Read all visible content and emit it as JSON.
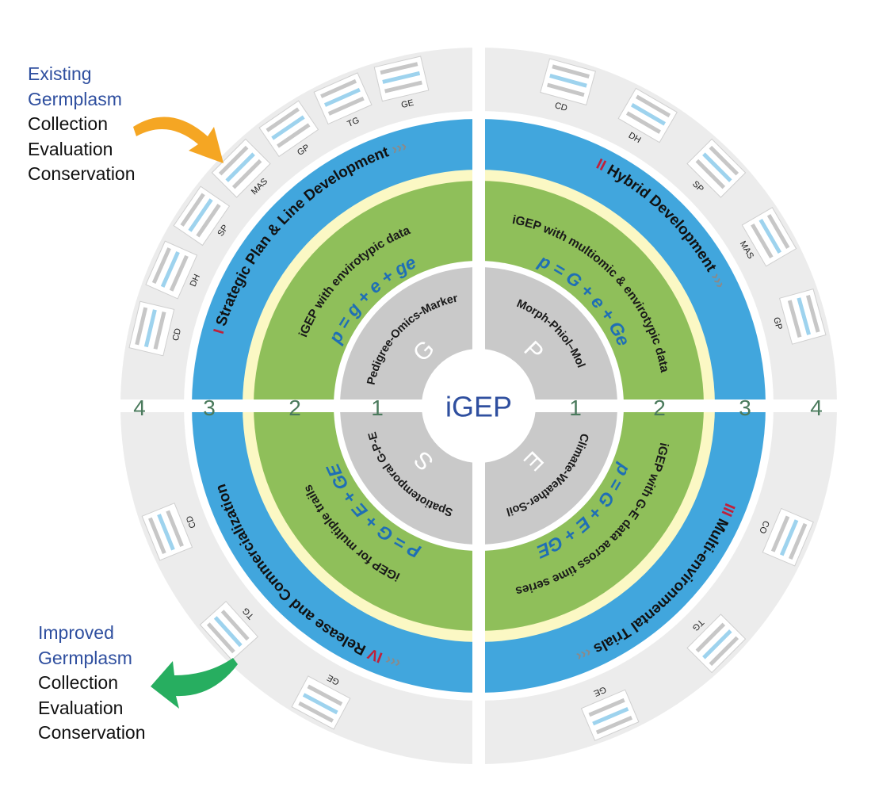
{
  "center": {
    "label": "iGEP"
  },
  "core": {
    "G": {
      "letter": "G",
      "text": "Pedigree-Omics-Marker"
    },
    "P": {
      "letter": "P",
      "text": "Morph-Phiol–Mol"
    },
    "E": {
      "letter": "E",
      "text": "Climate-Weather-Soil"
    },
    "S": {
      "letter": "S",
      "text": "Spatiotemporal G-P-E"
    }
  },
  "green": {
    "tl": {
      "title": "iGEP with envirotypic data",
      "eq": "p = g + e + ge"
    },
    "tr": {
      "title": "iGEP with multiomic & envirotypic data",
      "eq": "p = G + e + Ge"
    },
    "br": {
      "title": "iGEP with G-E data across time series",
      "eq": "p = G + E + GE"
    },
    "bl": {
      "title": "iGEP for multiple trails",
      "eq": "P = G + E + GE"
    }
  },
  "stages": {
    "I": {
      "numeral": "I",
      "text": "Strategic Plan & Line Development",
      "arrows": "›››"
    },
    "II": {
      "numeral": "II",
      "text": "Hybrid Development",
      "arrows": "›››"
    },
    "III": {
      "numeral": "III",
      "text": "Multi-environmental Trials",
      "arrows": "‹‹‹"
    },
    "IV": {
      "numeral": "IV",
      "text": "Release and Commercialization",
      "arrows": "‹‹‹"
    }
  },
  "numbers": {
    "l4": "4",
    "l3": "3",
    "l2": "2",
    "l1": "1",
    "r1": "1",
    "r2": "2",
    "r3": "3",
    "r4": "4"
  },
  "tools": {
    "tl": [
      "CD",
      "DH",
      "SP",
      "MAS",
      "GP",
      "TG",
      "GE"
    ],
    "tr": [
      "CD",
      "DH",
      "SP",
      "MAS",
      "GP"
    ],
    "br": [
      "CO",
      "TG",
      "GE"
    ],
    "bl": [
      "GE",
      "TG",
      "CD"
    ]
  },
  "existing": {
    "line1": "Existing",
    "line2": "Germplasm",
    "items": [
      "Collection",
      "Evaluation",
      "Conservation"
    ]
  },
  "improved": {
    "line1": "Improved",
    "line2": "Germplasm",
    "items": [
      "Collection",
      "Evaluation",
      "Conservation"
    ]
  },
  "colors": {
    "outer_ring": "#ececec",
    "blue_ring": "#41a6dd",
    "yellow_ring": "#fbf8c4",
    "green_ring": "#8fbf5a",
    "core": "#c9c9c9",
    "center": "#ffffff",
    "center_text": "#2f4f9f",
    "numeral": "#c0203a",
    "equation": "#1f6fb5",
    "number": "#4a7a5c",
    "arrow_orange": "#f5a623",
    "arrow_green": "#27ae60"
  }
}
